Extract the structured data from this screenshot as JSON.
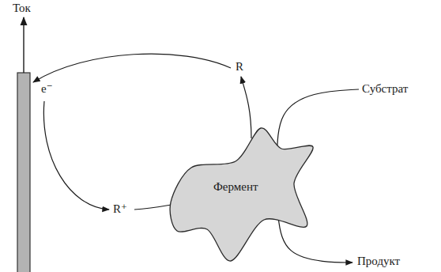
{
  "diagram": {
    "nodes": [
      {
        "text": [
          "Фермент"
        ]
      }
    ],
    "labels": [
      "Ток",
      "e⁻",
      "R",
      "R⁺",
      "Субстрат",
      "Продукт"
    ]
  }
}
